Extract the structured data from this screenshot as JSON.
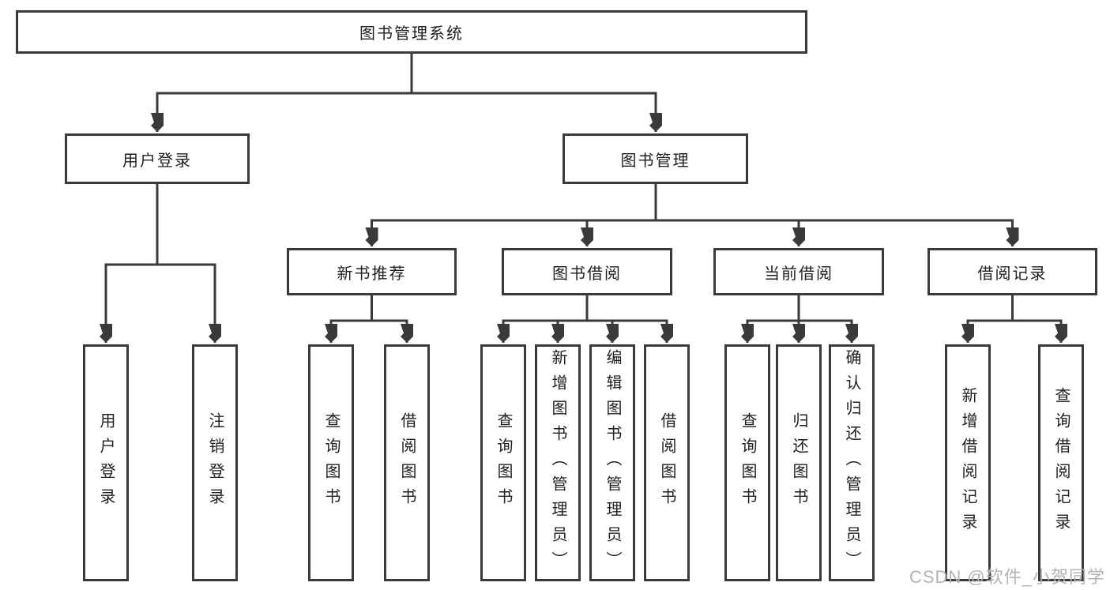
{
  "diagram": {
    "root": {
      "label": "图书管理系统"
    },
    "user_login": {
      "label": "用户登录",
      "leaves": [
        "用户登录",
        "注销登录"
      ]
    },
    "book_management": {
      "label": "图书管理",
      "new_book_recommend": {
        "label": "新书推荐",
        "leaves": [
          "查询图书",
          "借阅图书"
        ]
      },
      "book_borrow": {
        "label": "图书借阅",
        "leaves": [
          "查询图书",
          "新增图书（管理员）",
          "编辑图书（管理员）",
          "借阅图书"
        ]
      },
      "current_borrow": {
        "label": "当前借阅",
        "leaves": [
          "查询图书",
          "归还图书",
          "确认归还（管理员）"
        ]
      },
      "borrow_records": {
        "label": "借阅记录",
        "leaves": [
          "新增借阅记录",
          "查询借阅记录"
        ]
      }
    }
  },
  "watermark": {
    "text": "CSDN @软件_小贺同学"
  },
  "colors": {
    "line": "#3a3a3a",
    "text": "#1f1f1f",
    "watermark": "#b3b3b3",
    "background": "#ffffff"
  }
}
